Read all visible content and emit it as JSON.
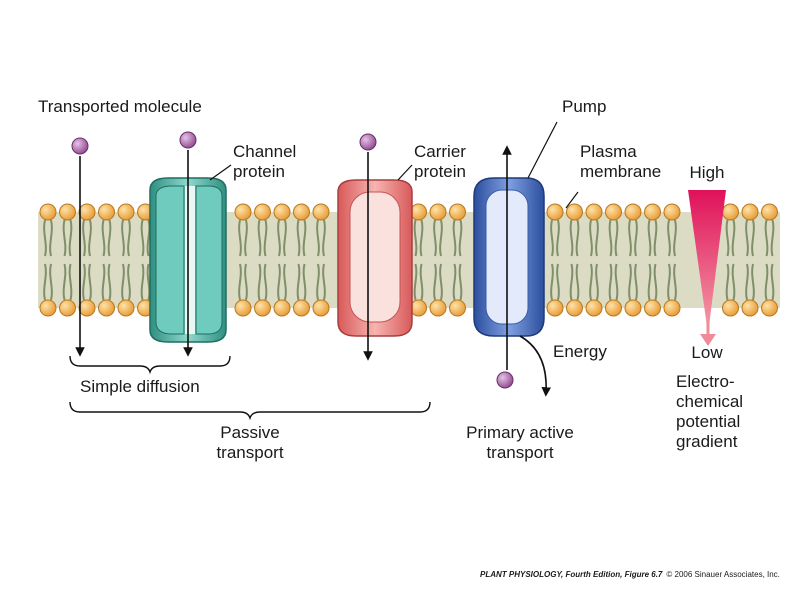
{
  "labels": {
    "transported_molecule": "Transported molecule",
    "channel_protein": [
      "Channel",
      "protein"
    ],
    "carrier_protein": [
      "Carrier",
      "protein"
    ],
    "pump": "Pump",
    "plasma_membrane": [
      "Plasma",
      "membrane"
    ],
    "high": "High",
    "low": "Low",
    "energy": "Energy",
    "simple_diffusion": "Simple diffusion",
    "passive_transport": [
      "Passive",
      "transport"
    ],
    "primary_active_transport": [
      "Primary active",
      "transport"
    ],
    "gradient": [
      "Electro-",
      "chemical",
      "potential",
      "gradient"
    ]
  },
  "credit": {
    "title": "PLANT PHYSIOLOGY, Fourth Edition, Figure 6.7",
    "copyright": "© 2006 Sinauer Associates, Inc."
  },
  "colors": {
    "lipid_head": "#f2b454",
    "lipid_head_stroke": "#b8781e",
    "lipid_tail": "#7f8f6a",
    "membrane_core": "#dcdcc4",
    "molecule": "#b473b4",
    "channel": "#4fb5a5",
    "carrier": "#ef8c8c",
    "pump": "#4a72c4",
    "gradient_high": "#e0105a",
    "gradient_low": "#f4a0a8"
  }
}
